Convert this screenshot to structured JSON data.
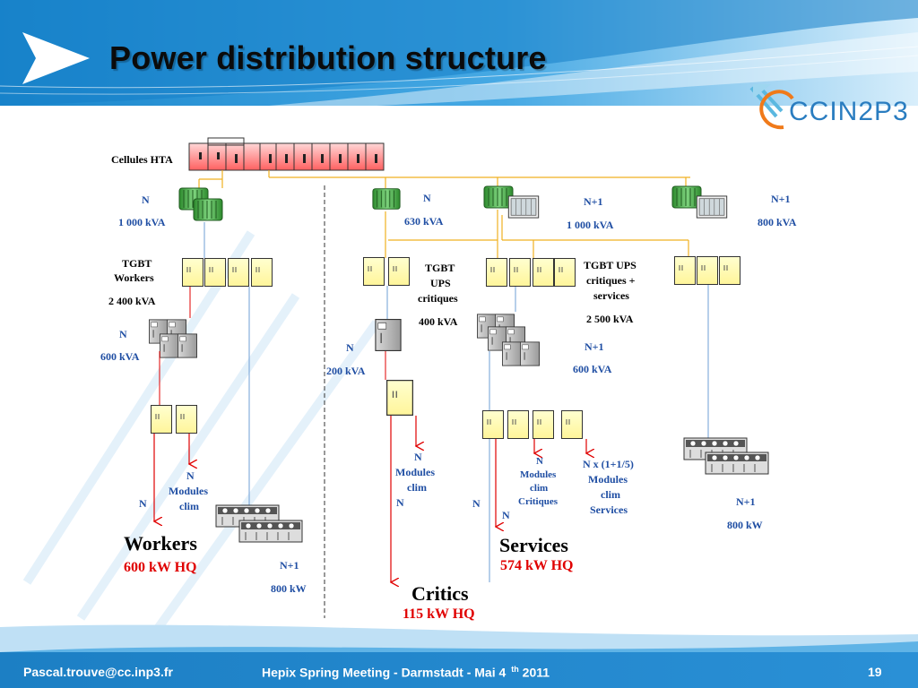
{
  "title": "Power distribution structure",
  "logo": {
    "text": "CCIN2P3",
    "icon": "ccin2p3-logo-icon",
    "color": "#2a7dc0"
  },
  "colors": {
    "header_blue": "#1c8ad0",
    "label_blue": "#1f4ea3",
    "feed_red": "#e00000",
    "bus_orange": "#f0b020",
    "link_blue": "#6f9fd6"
  },
  "diagram": {
    "hta_label": "Cellules HTA",
    "left": {
      "transformer_redundancy": "N",
      "transformer_rating": "1 000 kVA",
      "tgbt_label_1": "TGBT",
      "tgbt_label_2": "Workers",
      "tgbt_rating": "2 400 kVA",
      "ups_redundancy": "N",
      "ups_rating": "600 kVA",
      "feed_n": "N",
      "modules_1": "N",
      "modules_2": "Modules",
      "modules_3": "clim",
      "zone_name": "Workers",
      "zone_power": "600 kW HQ",
      "chiller_redundancy": "N+1",
      "chiller_power": "800 kW"
    },
    "critics": {
      "transformer_redundancy": "N",
      "transformer_rating": "630 kVA",
      "tgbt_label_1": "TGBT",
      "tgbt_label_2": "UPS",
      "tgbt_label_3": "critiques",
      "tgbt_rating": "400 kVA",
      "ups_redundancy": "N",
      "ups_rating": "200 kVA",
      "modules_1": "N",
      "modules_2": "Modules",
      "modules_3": "clim",
      "feed_n": "N",
      "zone_name": "Critics",
      "zone_power": "115 kW HQ"
    },
    "services": {
      "transformer_redundancy": "N+1",
      "transformer_rating": "1 000 kVA",
      "tgbt_label_1": "TGBT UPS",
      "tgbt_label_2": "critiques +",
      "tgbt_label_3": "services",
      "tgbt_rating": "2 500 kVA",
      "ups_redundancy": "N+1",
      "ups_rating": "600 kVA",
      "modules_crit_1": "N",
      "modules_crit_2": "Modules",
      "modules_crit_3": "clim",
      "modules_crit_4": "Critiques",
      "modules_serv_1": "N x (1+1/5)",
      "modules_serv_2": "Modules",
      "modules_serv_3": "clim",
      "modules_serv_4": "Services",
      "feed_n1": "N",
      "feed_n2": "N",
      "zone_name": "Services",
      "zone_power": "574 kW HQ"
    },
    "right": {
      "transformer_redundancy": "N+1",
      "transformer_rating": "800 kVA",
      "chiller_redundancy": "N+1",
      "chiller_power": "800 kW"
    }
  },
  "footer": {
    "email": "Pascal.trouve@cc.inp3.fr",
    "event_pre": "Hepix  Spring Meeting  - Darmstadt  - Mai  4",
    "event_sup": "th",
    "event_year": "2011",
    "page": "19"
  }
}
